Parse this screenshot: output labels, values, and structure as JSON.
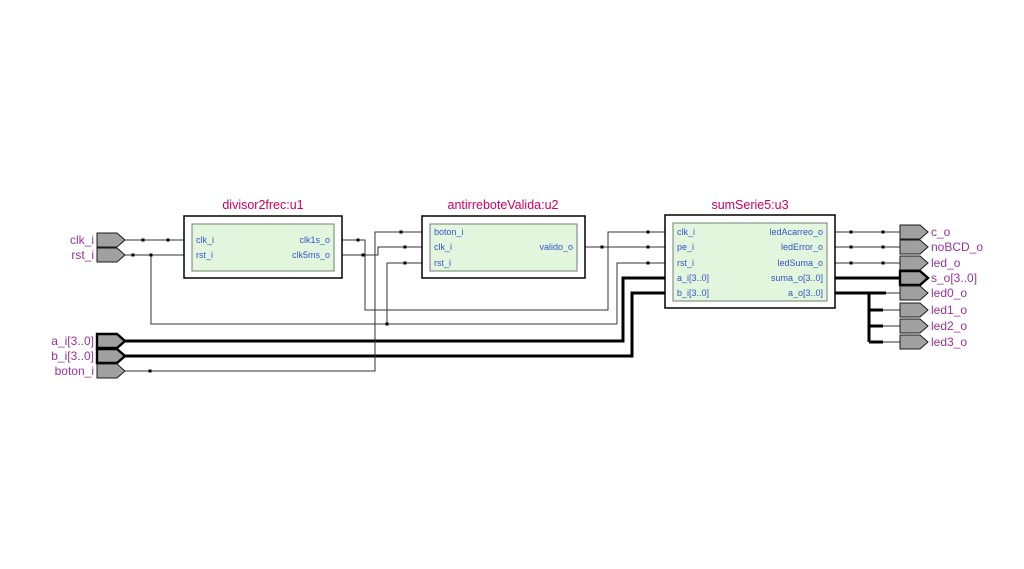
{
  "diagram": {
    "tool": "rtl-schematic-view",
    "colors": {
      "title": "#cc0066",
      "pin": "#3355cc",
      "port_label": "#993399",
      "block_fill": "#e1f6dd",
      "inner_border": "#6e806e",
      "port_fill": "#a0a0a0",
      "wire": "#333333"
    },
    "blocks": [
      {
        "id": "u1",
        "title": "divisor2frec:u1",
        "inputs": [
          "clk_i",
          "rst_i"
        ],
        "outputs": [
          "clk1s_o",
          "clk5ms_o"
        ]
      },
      {
        "id": "u2",
        "title": "antirreboteValida:u2",
        "inputs": [
          "boton_i",
          "clk_i",
          "rst_i"
        ],
        "outputs": [
          "valido_o"
        ]
      },
      {
        "id": "u3",
        "title": "sumSerie5:u3",
        "inputs": [
          "clk_i",
          "pe_i",
          "rst_i",
          "a_i[3..0]",
          "b_i[3..0]"
        ],
        "outputs": [
          "ledAcarreo_o",
          "ledError_o",
          "ledSuma_o",
          "suma_o[3..0]",
          "a_o[3..0]"
        ]
      }
    ],
    "input_ports": [
      {
        "label": "clk_i",
        "bus": false
      },
      {
        "label": "rst_i",
        "bus": false
      },
      {
        "label": "a_i[3..0]",
        "bus": true
      },
      {
        "label": "b_i[3..0]",
        "bus": true
      },
      {
        "label": "boton_i",
        "bus": false
      }
    ],
    "output_ports": [
      {
        "label": "c_o",
        "bus": false
      },
      {
        "label": "noBCD_o",
        "bus": false
      },
      {
        "label": "led_o",
        "bus": false
      },
      {
        "label": "s_o[3..0]",
        "bus": true
      },
      {
        "label": "led0_o",
        "bus": false
      },
      {
        "label": "led1_o",
        "bus": false
      },
      {
        "label": "led2_o",
        "bus": false
      },
      {
        "label": "led3_o",
        "bus": false
      }
    ]
  }
}
